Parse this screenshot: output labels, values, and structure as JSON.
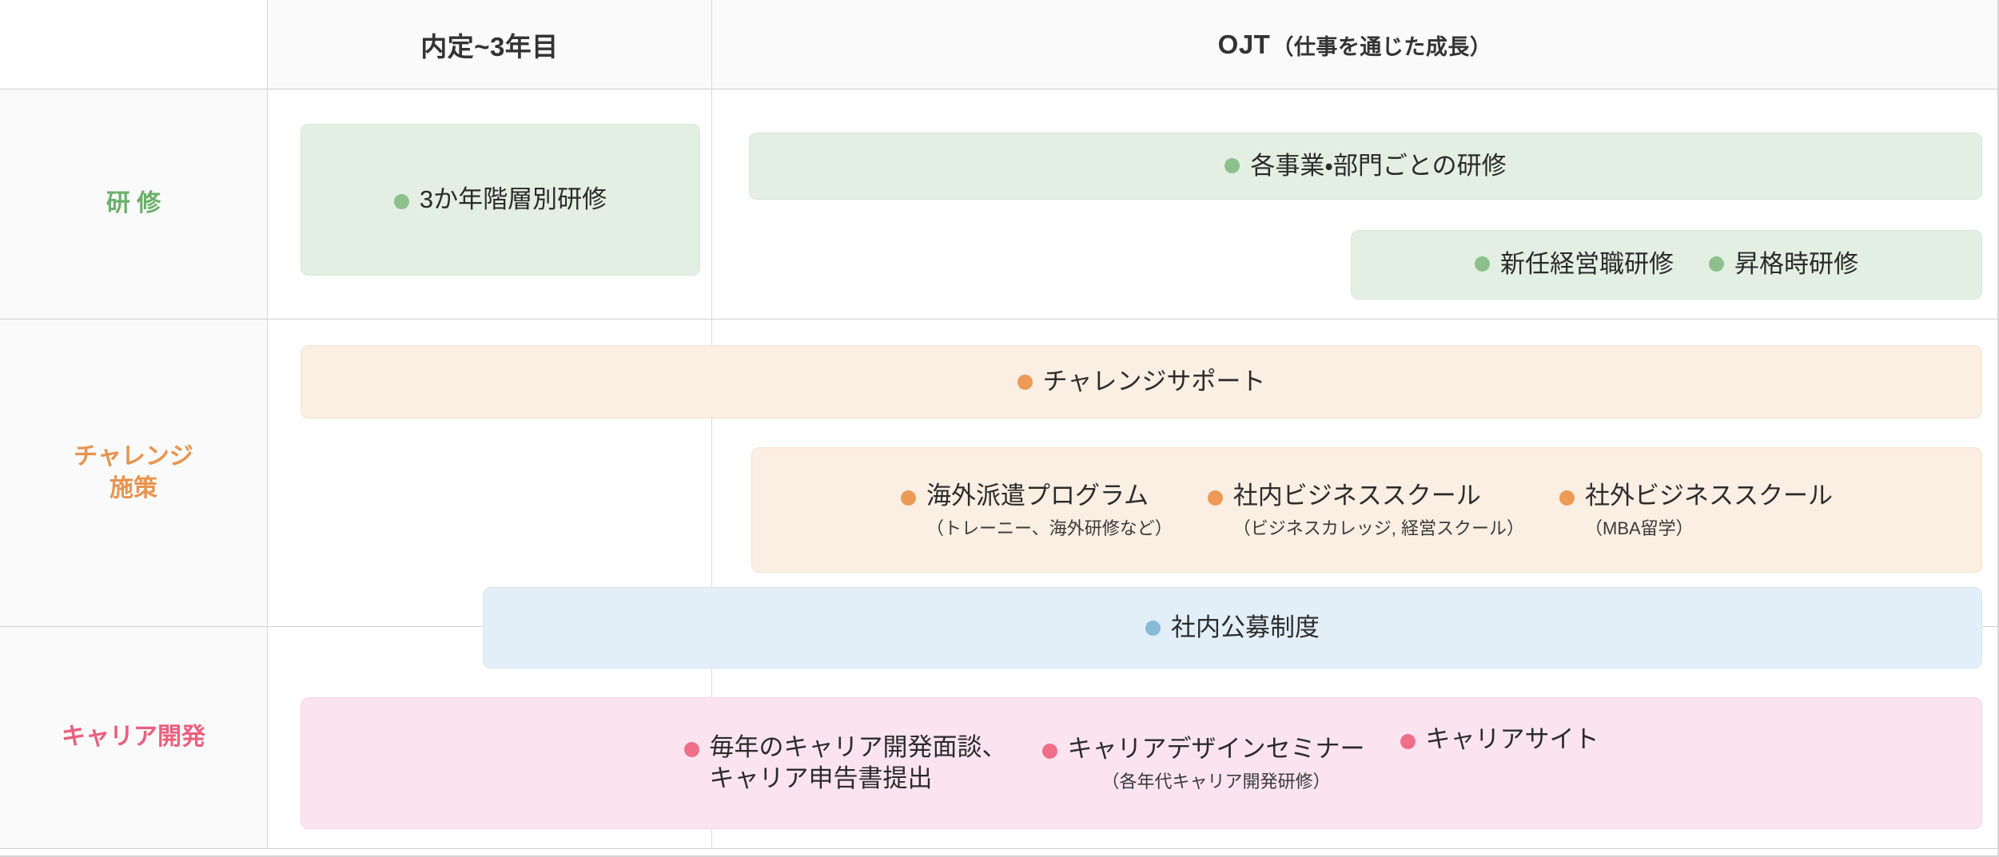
{
  "header": {
    "corner_label": "",
    "columns": [
      {
        "label": "内定~3年目",
        "sub": ""
      },
      {
        "label": "OJT",
        "sub": "（仕事を通じた成長）"
      }
    ]
  },
  "rows": [
    {
      "label": "研 修",
      "color": "#6aaf6a",
      "accent": "#7cba7c"
    },
    {
      "label": "チャレンジ\n施策",
      "color": "#e8944f",
      "accent": "#f0a063"
    },
    {
      "label": "キャリア開発",
      "color": "#e9607f",
      "accent": "#f0718c"
    }
  ],
  "boxes": {
    "training_3year": {
      "title": "3か年階層別研修",
      "sub": ""
    },
    "training_division": {
      "title": "各事業・部門ごとの研修",
      "sub": ""
    },
    "training_new_exec": {
      "title": "新任経営職研修",
      "sub": ""
    },
    "training_promotion": {
      "title": "昇格時研修",
      "sub": ""
    },
    "challenge_support": {
      "title": "チャレンジサポート",
      "sub": ""
    },
    "overseas_program": {
      "title": "海外派遣プログラム",
      "sub": "（トレーニー、海外研修など）"
    },
    "internal_bschool": {
      "title": "社内ビジネススクール",
      "sub": "（ビジネスカレッジ, 経営スクール）"
    },
    "external_bschool": {
      "title": "社外ビジネススクール",
      "sub": "（MBA留学）"
    },
    "internal_job_posting": {
      "title": "社内公募制度",
      "sub": ""
    },
    "career_interview": {
      "title": "毎年のキャリア開発面談、\nキャリア申告書提出",
      "sub": ""
    },
    "career_seminar": {
      "title": "キャリアデザインセミナー",
      "sub": "（各年代キャリア開発研修）"
    },
    "career_site": {
      "title": "キャリアサイト",
      "sub": ""
    }
  },
  "colors": {
    "green_fill": "#e4efe4",
    "green_dot": "#8cc08c",
    "orange_fill": "#fbeee2",
    "orange_dot": "#ec9a56",
    "blue_fill": "#e2eff9",
    "blue_dot": "#85bbd6",
    "pink_fill": "#fbe4ef",
    "pink_dot": "#ef6e8a"
  }
}
